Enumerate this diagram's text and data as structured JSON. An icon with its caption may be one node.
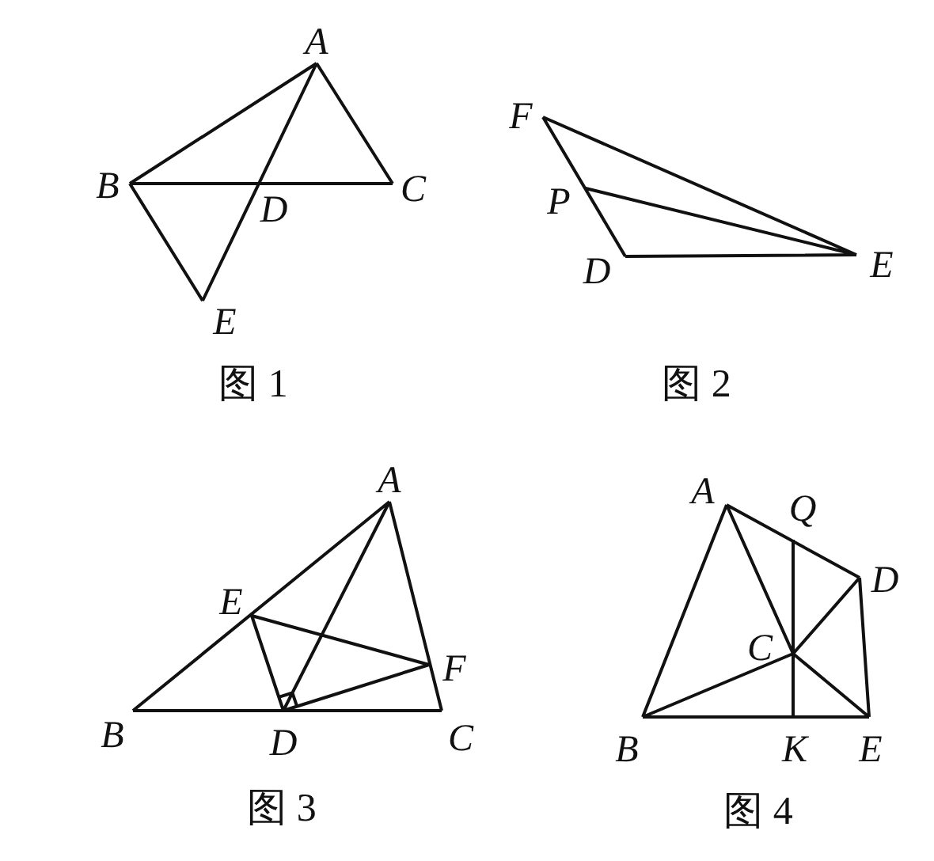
{
  "diagram": {
    "labels": [
      "A",
      "B",
      "C",
      "D",
      "E",
      "图 1",
      "F",
      "P",
      "D",
      "E",
      "图 2",
      "A",
      "E",
      "F",
      "B",
      "D",
      "C",
      "图 3",
      "A",
      "Q",
      "D",
      "C",
      "B",
      "K",
      "E",
      "图 4"
    ]
  }
}
